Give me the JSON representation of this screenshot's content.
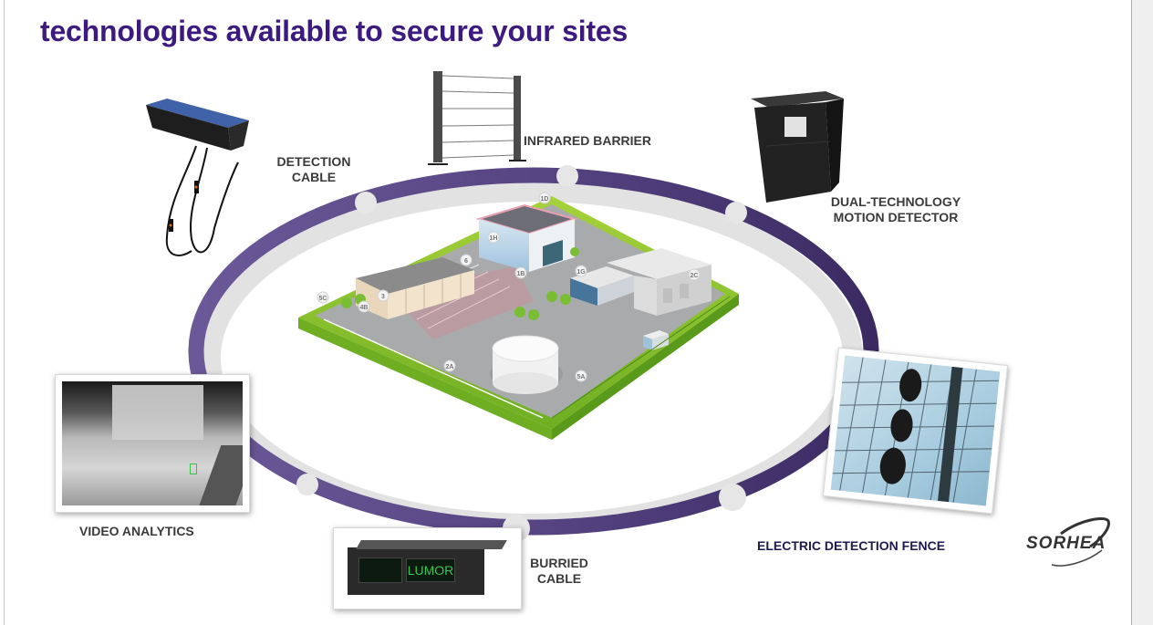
{
  "slide": {
    "title": "technologies available to secure your sites",
    "technologies": [
      {
        "id": "detection-cable",
        "line1": "DETECTION",
        "line2": "CABLE"
      },
      {
        "id": "infrared-barrier",
        "line1": "INFRARED BARRIER"
      },
      {
        "id": "dual-technology-motion-detector",
        "line1": "DUAL-TECHNOLOGY",
        "line2": "MOTION DETECTOR"
      },
      {
        "id": "electric-detection-fence",
        "line1": "ELECTRIC DETECTION FENCE"
      },
      {
        "id": "burried-cable",
        "line1": "BURRIED",
        "line2": "CABLE"
      },
      {
        "id": "video-analytics",
        "line1": "VIDEO ANALYTICS"
      }
    ],
    "site_markers": [
      "1D",
      "1H",
      "6",
      "1B",
      "1G",
      "2C",
      "5C",
      "4B",
      "3",
      "2A",
      "5A"
    ],
    "device_display": "LUMOR",
    "logo": "SORHEA",
    "colors": {
      "title": "#3d1a80",
      "ring_light": "#6b5898",
      "ring_dark": "#3b2a62",
      "node": "#e6e6e6",
      "label": "#3a3a3a",
      "label_navy": "#1e1a4e"
    }
  }
}
